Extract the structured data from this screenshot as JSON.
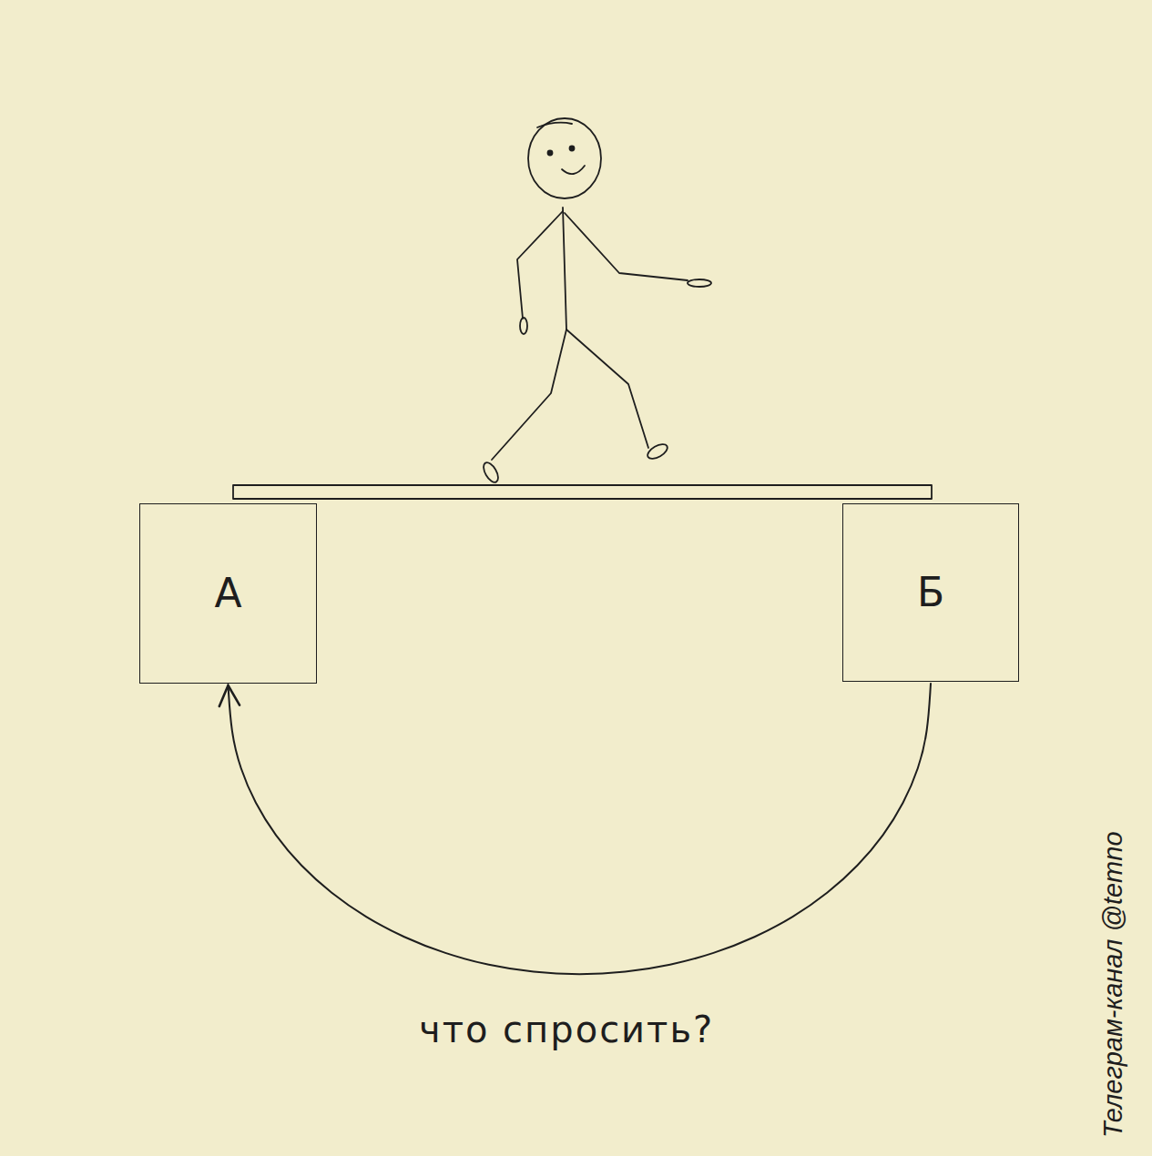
{
  "diagram": {
    "nodes": [
      {
        "text": [
          "А"
        ]
      },
      {
        "text": [
          "Б"
        ]
      }
    ],
    "edges": [
      {
        "from": 1,
        "to": 0,
        "arrow": "to"
      }
    ],
    "labels": [
      "что спросить?",
      "Телеграм-канал @temno"
    ]
  }
}
